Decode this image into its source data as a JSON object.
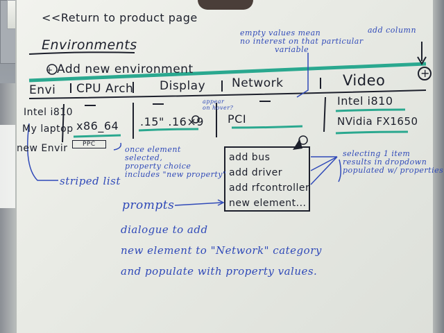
{
  "header": {
    "back_link": "<<Return to product page",
    "title": "Environments",
    "add_env": "Add new environment"
  },
  "columns": {
    "env": "Envi",
    "cpu": "CPU Arch",
    "display": "Display",
    "network": "Network",
    "video": "Video"
  },
  "rows": {
    "env_items": [
      "Intel i810",
      "My laptop",
      "new Envir"
    ],
    "cpu_value": "x86_64",
    "cpu_badge": "PPC",
    "display_value": ".15\" .16×9",
    "network_value": "PCI",
    "video_values": [
      "Intel i810",
      "NVidia FX1650"
    ]
  },
  "notes": {
    "empty_values": [
      "empty values mean",
      "no interest on that particular",
      "variable"
    ],
    "add_column": "add column",
    "appear_on_hover": [
      "appear",
      "on hover?"
    ],
    "once_element": [
      "once element",
      "selected,",
      "property choice",
      "includes \"new property\""
    ],
    "striped_list": "striped list",
    "selecting_item": [
      "selecting 1 item",
      "results in dropdown",
      "populated w/ properties"
    ],
    "prompts": "prompts",
    "dialogue": [
      "dialogue to add",
      "new element to \"Network\" category",
      "and populate with property values."
    ]
  },
  "dropdown": {
    "items": [
      "add bus",
      "add driver",
      "add rfcontroller",
      "new element..."
    ]
  },
  "colors": {
    "marker_black": "#1c1f2b",
    "marker_blue": "#2f49b8",
    "marker_teal": "#2aa88f",
    "board": "#eceee8"
  }
}
